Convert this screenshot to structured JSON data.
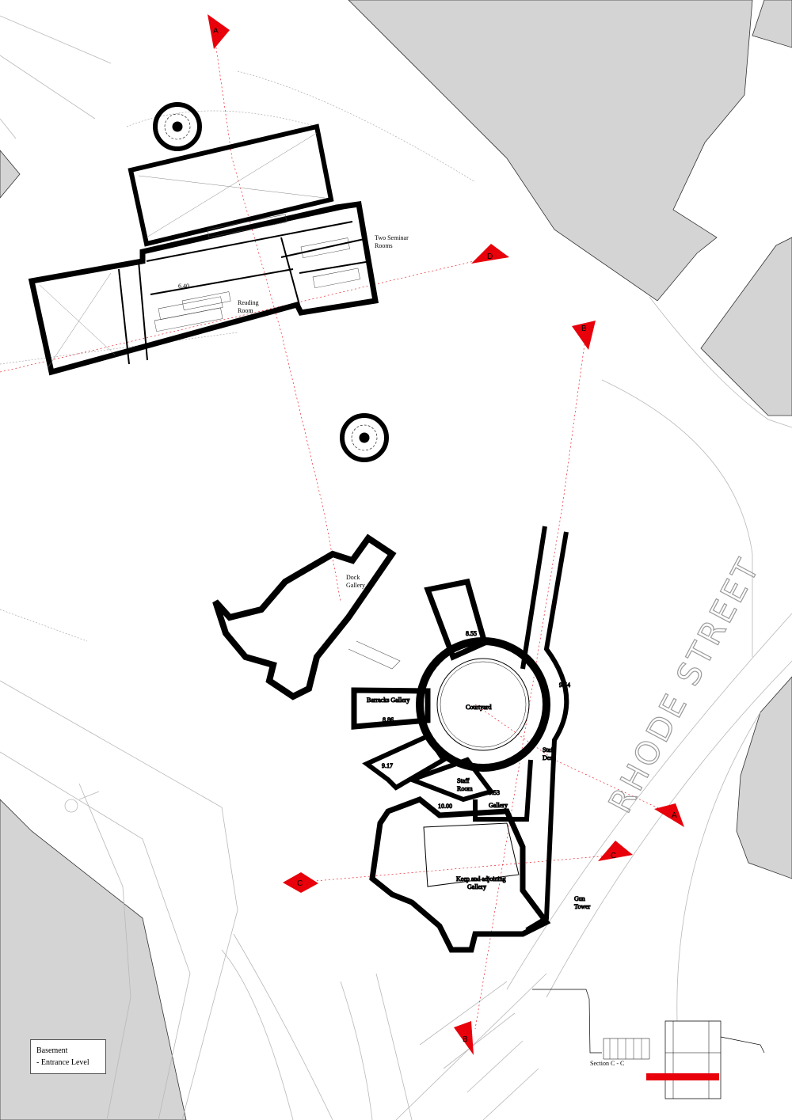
{
  "caption": {
    "line1": "Basement",
    "line2": "- Entrance Level"
  },
  "rooms": {
    "seminar": "Two Seminar",
    "seminar2": "Rooms",
    "reading": "Reading",
    "reading2": "Room",
    "dock": "Dock",
    "dock2": "Gallery",
    "courtyard": "Courtyard",
    "barracks": "Barracks Gallery",
    "staff_room": "Staff",
    "staff_room2": "Room",
    "staff_desk": "Staff",
    "staff_desk2": "Desk",
    "gallery": "Gallery",
    "keep": "Keep and adjoining",
    "keep2": "Gallery",
    "gun": "Gun",
    "gun2": "Tower"
  },
  "levels": {
    "l640": "6.40",
    "l855": "8.55",
    "l886": "8.86",
    "l954": "9.54",
    "l917": "9.17",
    "l953": "9.53",
    "l1000": "10.00"
  },
  "section_marks": {
    "a_top": "A",
    "d": "D",
    "b_top": "B",
    "a_right": "A",
    "c_right": "C",
    "c_left": "C",
    "b_bottom": "B"
  },
  "street_name": "RHODE STREET",
  "inset_label": "Section C - C",
  "colors": {
    "marker": "#e8000b",
    "building": "#d4d4d4",
    "wall": "#000000",
    "cutline": "#e8000b"
  }
}
